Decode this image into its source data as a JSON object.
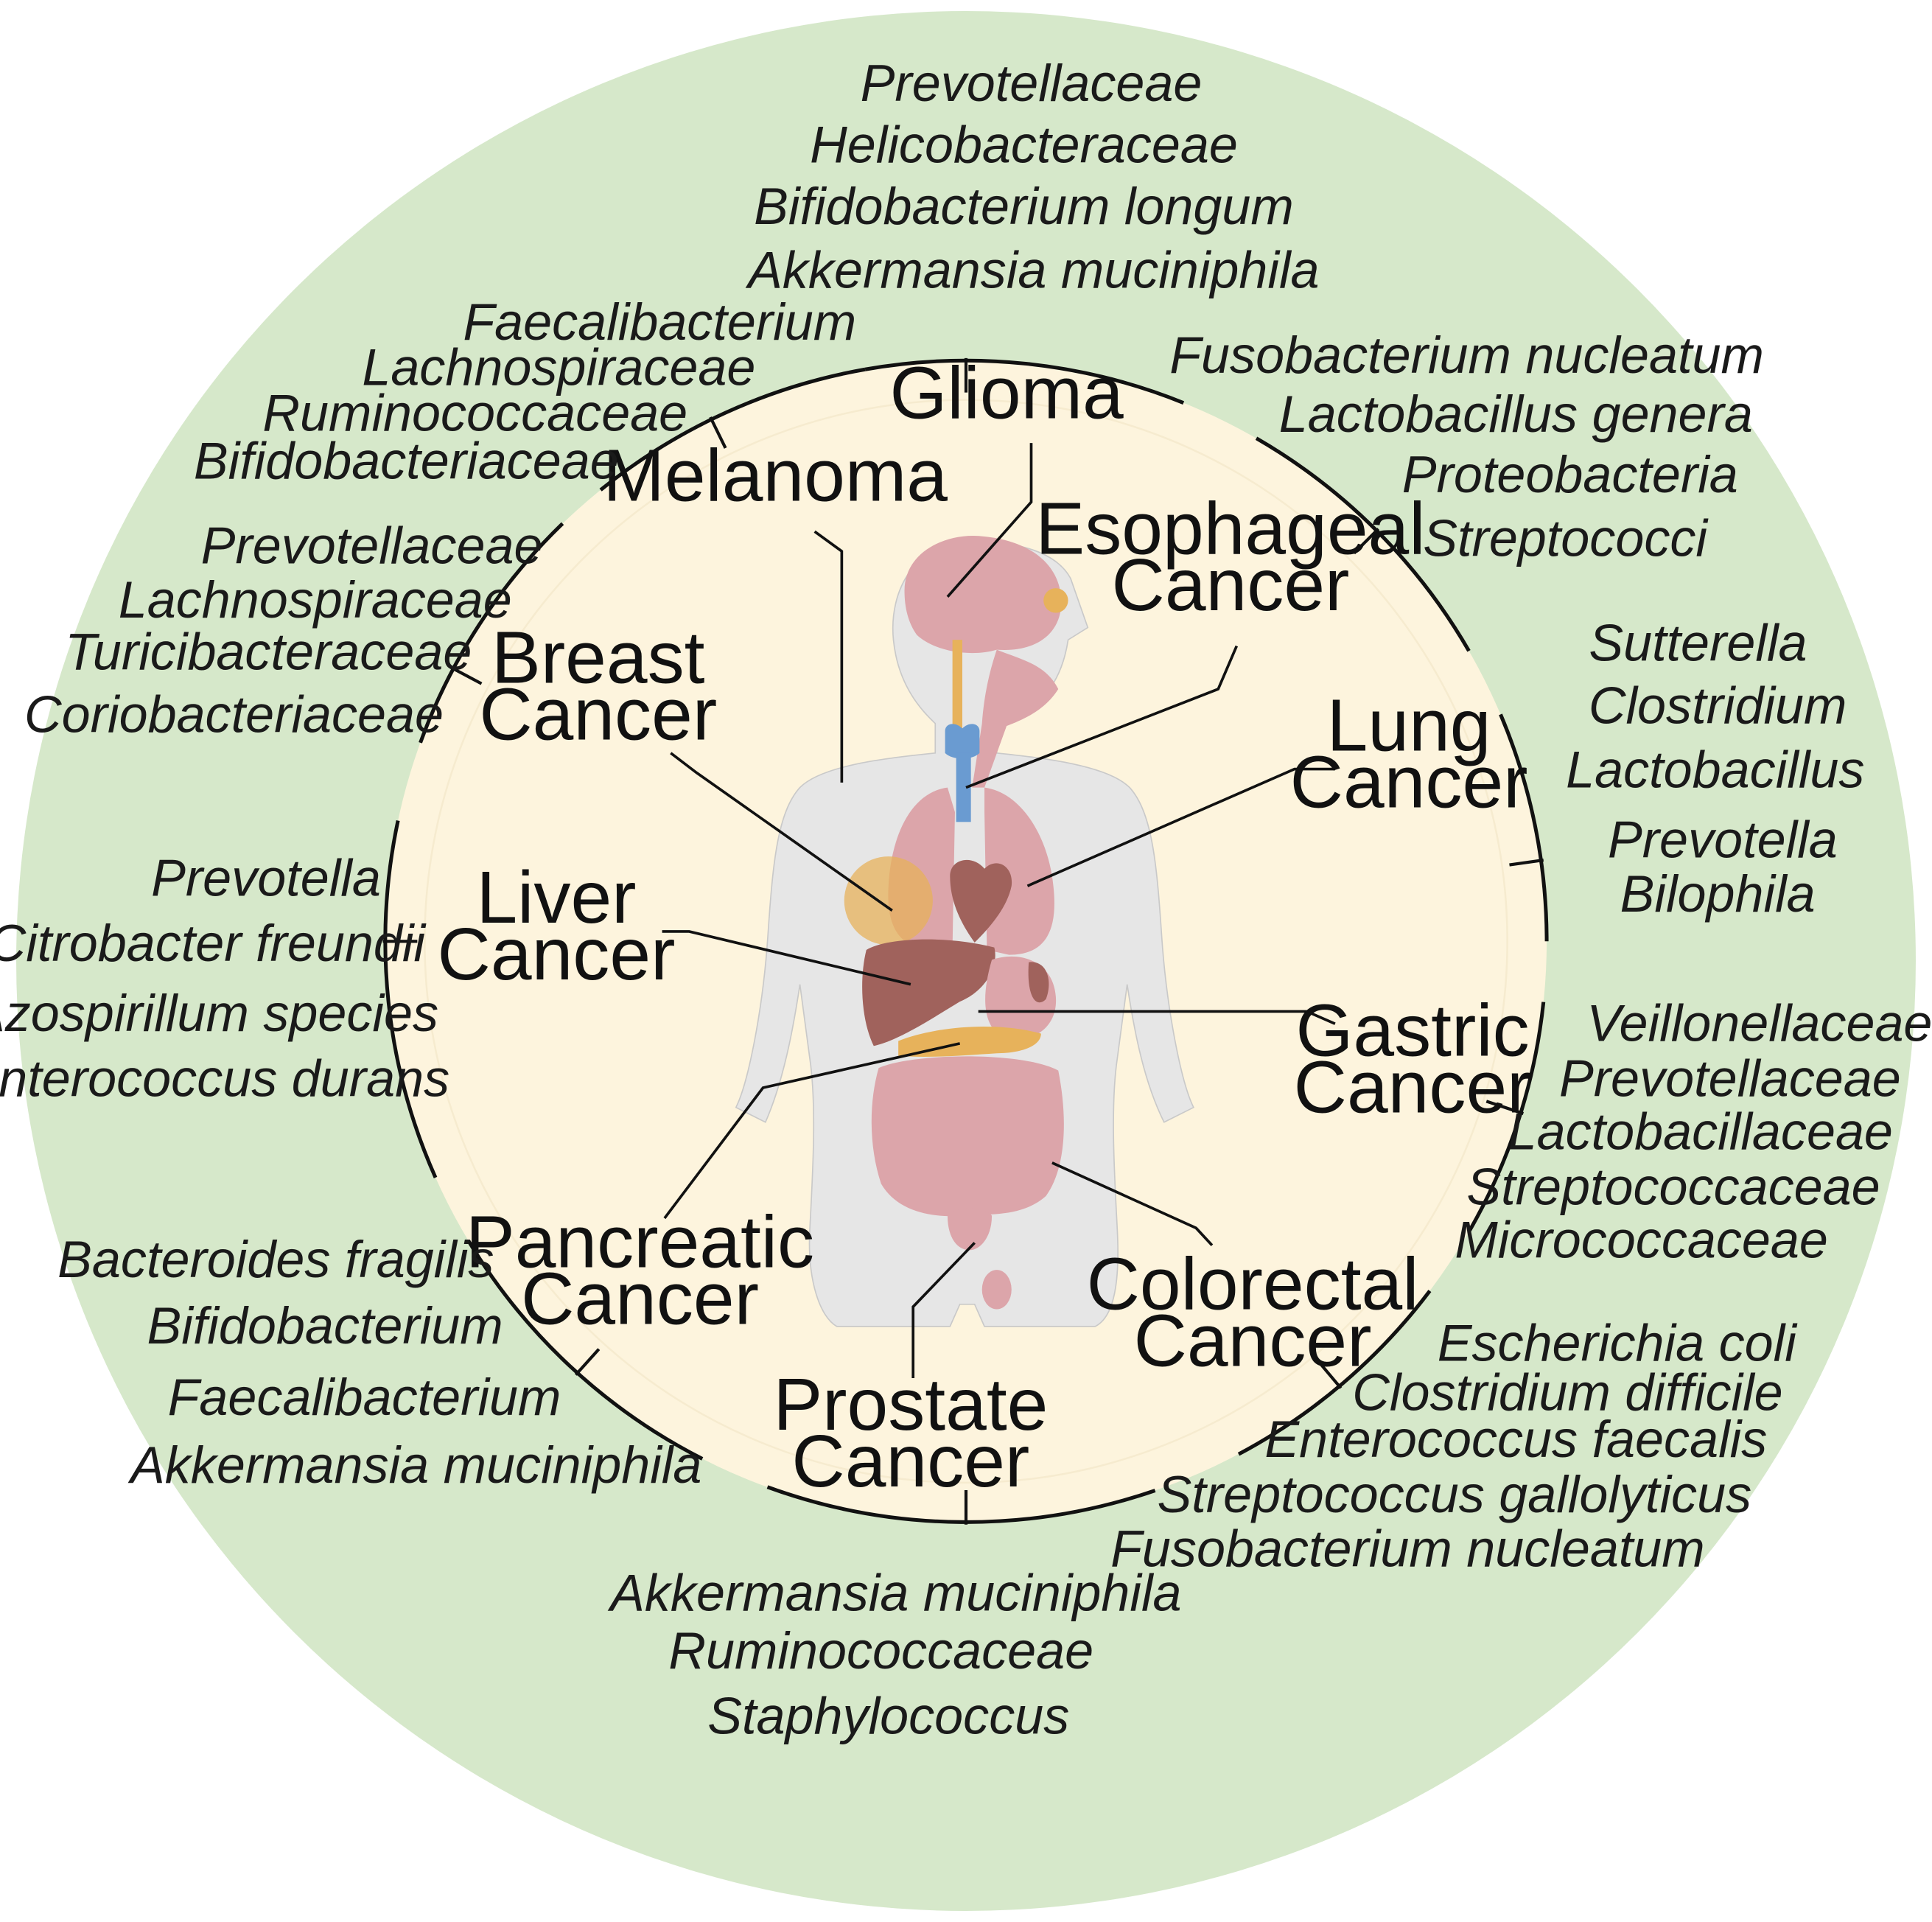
{
  "colors": {
    "outer_ring": "#d6e8ca",
    "inner_disc": "#fdf4dd",
    "segment_line": "#111111",
    "leader_line": "#111111",
    "body_silhouette": "#e6e6e6",
    "organ_primary": "#dca5aa",
    "organ_dark": "#a0625c",
    "thyroid": "#6a9bd1",
    "gland": "#e7b25b"
  },
  "cancers": [
    {
      "name": "glioma",
      "lines": [
        "Glioma"
      ],
      "bacteria": [
        "Prevotellaceae",
        "Helicobacteraceae",
        "Bifidobacterium longum",
        "Akkermansia muciniphila"
      ]
    },
    {
      "name": "esophageal-cancer",
      "lines": [
        "Esophageal",
        "Cancer"
      ],
      "bacteria": [
        "Fusobacterium nucleatum",
        "Lactobacillus genera",
        "Proteobacteria",
        "Streptococci"
      ]
    },
    {
      "name": "lung-cancer",
      "lines": [
        "Lung",
        "Cancer"
      ],
      "bacteria": [
        "Sutterella",
        "Clostridium",
        "Lactobacillus",
        "Prevotella",
        "Bilophila"
      ]
    },
    {
      "name": "gastric-cancer",
      "lines": [
        "Gastric",
        "Cancer"
      ],
      "bacteria": [
        "Veillonellaceae",
        "Prevotellaceae",
        "Lactobacillaceae",
        "Streptococcaceae",
        "Micrococcaceae"
      ]
    },
    {
      "name": "colorectal-cancer",
      "lines": [
        "Colorectal",
        "Cancer"
      ],
      "bacteria": [
        "Escherichia coli",
        "Clostridium difficile",
        "Enterococcus faecalis",
        "Streptococcus gallolyticus",
        "Fusobacterium nucleatum"
      ]
    },
    {
      "name": "prostate-cancer",
      "lines": [
        "Prostate",
        "Cancer"
      ],
      "bacteria": [
        "Akkermansia muciniphila",
        "Ruminococcaceae",
        "Staphylococcus"
      ]
    },
    {
      "name": "pancreatic-cancer",
      "lines": [
        "Pancreatic",
        "Cancer"
      ],
      "bacteria": [
        "Bacteroides fragilis",
        "Bifidobacterium",
        "Faecalibacterium",
        "Akkermansia muciniphila"
      ]
    },
    {
      "name": "liver-cancer",
      "lines": [
        "Liver",
        "Cancer"
      ],
      "bacteria": [
        "Prevotella",
        "Citrobacter freundii",
        "Azospirillum species",
        "Enterococcus durans"
      ]
    },
    {
      "name": "breast-cancer",
      "lines": [
        "Breast",
        "Cancer"
      ],
      "bacteria": [
        "Prevotellaceae",
        "Lachnospiraceae",
        "Turicibacteraceae",
        "Coriobacteriaceae"
      ]
    },
    {
      "name": "melanoma",
      "lines": [
        "Melanoma"
      ],
      "bacteria": [
        "Faecalibacterium",
        "Lachnospiraceae",
        "Ruminococcaceae",
        "Bifidobacteriaceae"
      ]
    }
  ]
}
